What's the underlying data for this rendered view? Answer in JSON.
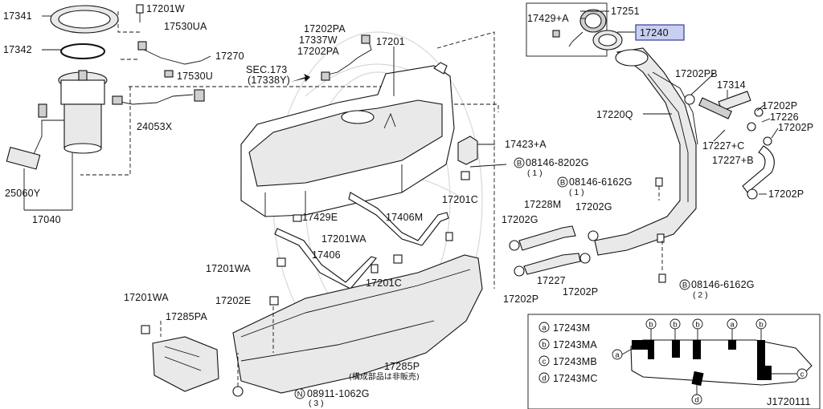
{
  "diagram_id": "J1720111",
  "parts": {
    "p17341": "17341",
    "p17342": "17342",
    "p17201w": "17201W",
    "p17530ua": "17530UA",
    "p17270": "17270",
    "p17530u": "17530U",
    "p24053x": "24053X",
    "p25060y": "25060Y",
    "p17040": "17040",
    "p17202pa_1": "17202PA",
    "p17337w": "17337W",
    "p17202pa_2": "17202PA",
    "p17201": "17201",
    "sec_173": "SEC.173",
    "sec_173_sub": "(17338Y)",
    "p17429a": "17429+A",
    "p17251": "17251",
    "p17240": "17240",
    "p17202pb": "17202PB",
    "p17314": "17314",
    "p17220q": "17220Q",
    "p17202p_1": "17202P",
    "p17226": "17226",
    "p17202p_2": "17202P",
    "p17227c": "17227+C",
    "p17227b": "17227+B",
    "p17202p_3": "17202P",
    "p17423a": "17423+A",
    "b08146_8202g": "08146-8202G",
    "b08146_8202g_qty": "( 1 )",
    "b08146_6162g_1": "08146-6162G",
    "b08146_6162g_1_qty": "( 1 )",
    "p17201c_1": "17201C",
    "p17429e": "17429E",
    "p17406m": "17406M",
    "p17228m": "17228M",
    "p17202g_1": "17202G",
    "p17202g_2": "17202G",
    "p17201wa_1": "17201WA",
    "p17406": "17406",
    "p17201wa_2": "17201WA",
    "p17201c_2": "17201C",
    "p17227": "17227",
    "p17202p_4": "17202P",
    "p17202p_5": "17202P",
    "b08146_6162g_2": "08146-6162G",
    "b08146_6162g_2_qty": "( 2 )",
    "p17201wa_3": "17201WA",
    "p17285pa": "17285PA",
    "p17202e": "17202E",
    "p17285p": "17285P",
    "p17285p_note": "(構成部品は非販売)",
    "n08911_1062g": "08911-1062G",
    "n08911_1062g_qty": "( 3 )",
    "prefix_b": "B",
    "prefix_n": "N"
  },
  "legend": [
    {
      "key": "a",
      "part": "17243M"
    },
    {
      "key": "b",
      "part": "17243MA"
    },
    {
      "key": "c",
      "part": "17243MB"
    },
    {
      "key": "d",
      "part": "17243MC"
    }
  ],
  "highlight_color": "#c9cff0"
}
